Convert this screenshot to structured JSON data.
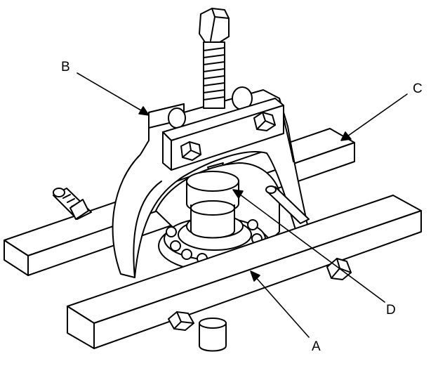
{
  "labels": {
    "a": "A",
    "b": "B",
    "c": "C",
    "d": "D"
  },
  "colors": {
    "ink": "#000000",
    "paper": "#ffffff",
    "shade": "#e8e8e8"
  }
}
